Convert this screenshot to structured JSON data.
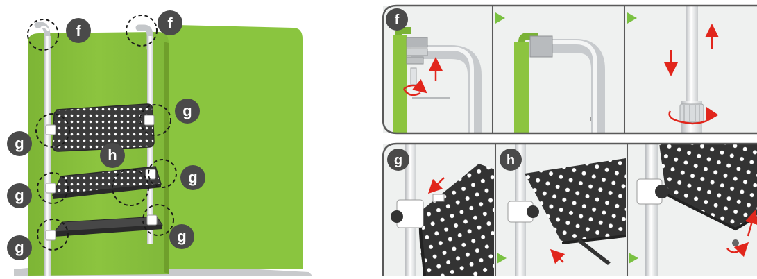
{
  "overview": {
    "callouts": [
      {
        "id": "f1",
        "letter": "f"
      },
      {
        "id": "f2",
        "letter": "f"
      },
      {
        "id": "g1",
        "letter": "g"
      },
      {
        "id": "g2",
        "letter": "g"
      },
      {
        "id": "g3",
        "letter": "g"
      },
      {
        "id": "g4",
        "letter": "g"
      },
      {
        "id": "g5",
        "letter": "g"
      },
      {
        "id": "g6",
        "letter": "g"
      },
      {
        "id": "h1",
        "letter": "h"
      }
    ]
  },
  "detail": {
    "top_row": {
      "label": "f"
    },
    "bottom_row": {
      "label_left": "g",
      "label_mid": "h"
    }
  },
  "colors": {
    "panel_green": "#8cc43f",
    "panel_green_dark": "#6fa12c",
    "pole": "#e6e8ea",
    "shelf": "#3d3d3d",
    "badge": "#4a4a4a",
    "arrow_red": "#e1261c",
    "step_arrow": "#7ac142",
    "frame_border": "#5a5a5a",
    "frame_bg": "#eceeed"
  }
}
